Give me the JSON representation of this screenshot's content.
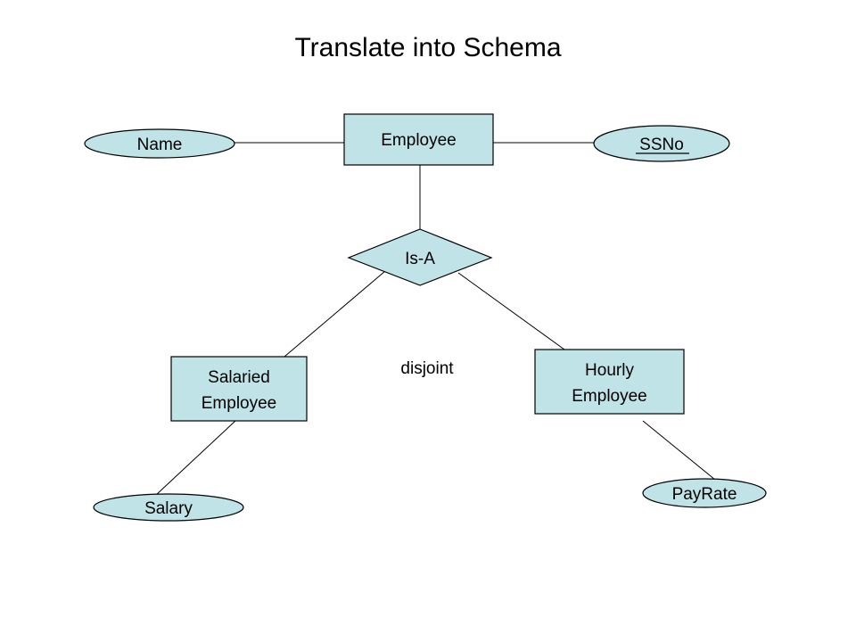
{
  "title": "Translate into Schema",
  "diagram": {
    "entities": {
      "employee": "Employee",
      "salaried": [
        "Salaried",
        "Employee"
      ],
      "hourly": [
        "Hourly",
        "Employee"
      ]
    },
    "attributes": {
      "name": "Name",
      "ssno": "SSNo",
      "salary": "Salary",
      "payrate": "PayRate"
    },
    "relationship": "Is-A",
    "constraint": "disjoint",
    "colors": {
      "fill": "#bfe3e6",
      "stroke": "#000000"
    }
  }
}
